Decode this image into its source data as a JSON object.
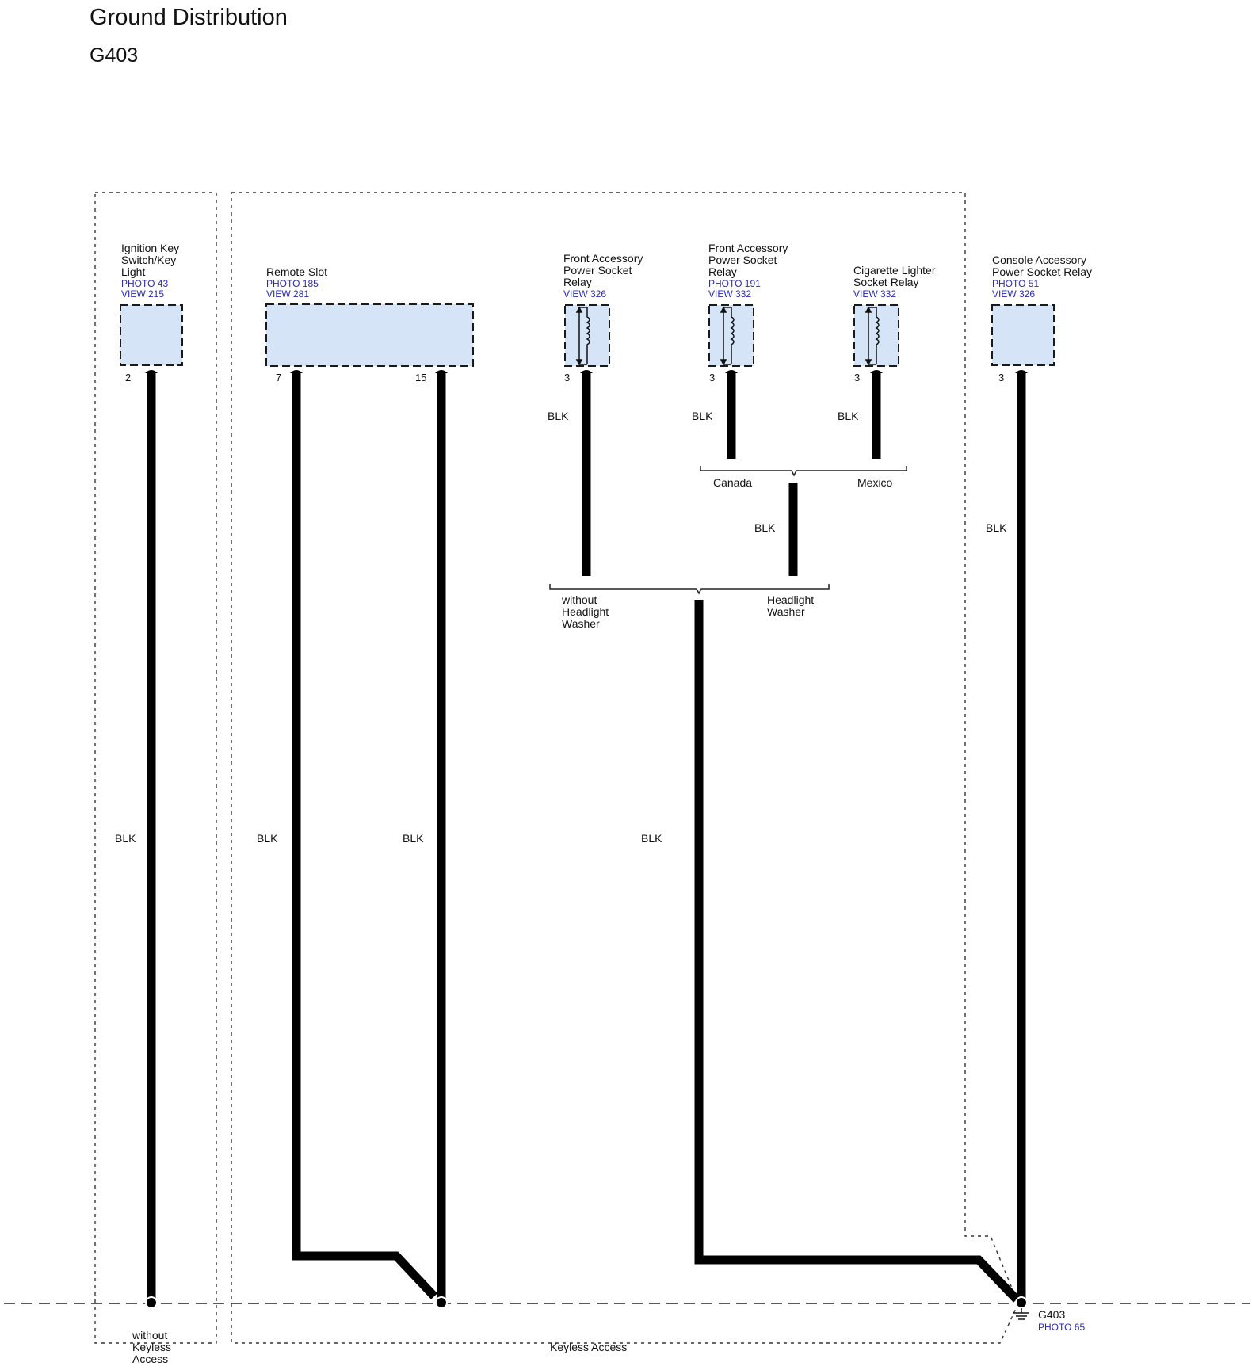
{
  "header": {
    "title": "Ground Distribution",
    "subtitle": "G403"
  },
  "components": {
    "ignition": {
      "name": [
        "Ignition Key",
        "Switch/Key",
        "Light"
      ],
      "refs": [
        "PHOTO 43",
        "VIEW 215"
      ],
      "pins": [
        "2"
      ]
    },
    "remote": {
      "name": [
        "Remote Slot"
      ],
      "refs": [
        "PHOTO 185",
        "VIEW 281"
      ],
      "pins": [
        "7",
        "15"
      ]
    },
    "front_relay_1": {
      "name": [
        "Front Accessory",
        "Power Socket",
        "Relay"
      ],
      "refs": [
        "VIEW 326"
      ],
      "pins": [
        "3"
      ]
    },
    "front_relay_2": {
      "name": [
        "Front Accessory",
        "Power Socket",
        "Relay"
      ],
      "refs": [
        "PHOTO 191",
        "VIEW 332"
      ],
      "pins": [
        "3"
      ]
    },
    "cig_relay": {
      "name": [
        "Cigarette Lighter",
        "Socket Relay"
      ],
      "refs": [
        "VIEW 332"
      ],
      "pins": [
        "3"
      ]
    },
    "console_relay": {
      "name": [
        "Console Accessory",
        "Power Socket Relay"
      ],
      "refs": [
        "PHOTO 51",
        "VIEW 326"
      ],
      "pins": [
        "3"
      ]
    }
  },
  "wire_color": "BLK",
  "options": {
    "canada": "Canada",
    "mexico": "Mexico",
    "without_headlight_washer": [
      "without",
      "Headlight",
      "Washer"
    ],
    "headlight_washer": [
      "Headlight",
      "Washer"
    ],
    "without_keyless": [
      "without",
      "Keyless",
      "Access"
    ],
    "keyless": "Keyless Access"
  },
  "ground": {
    "name": "G403",
    "ref": "PHOTO 65"
  },
  "colors": {
    "component_fill": "#d5e5f7",
    "ref_text": "#2a2ab8",
    "wire": "#000000"
  }
}
